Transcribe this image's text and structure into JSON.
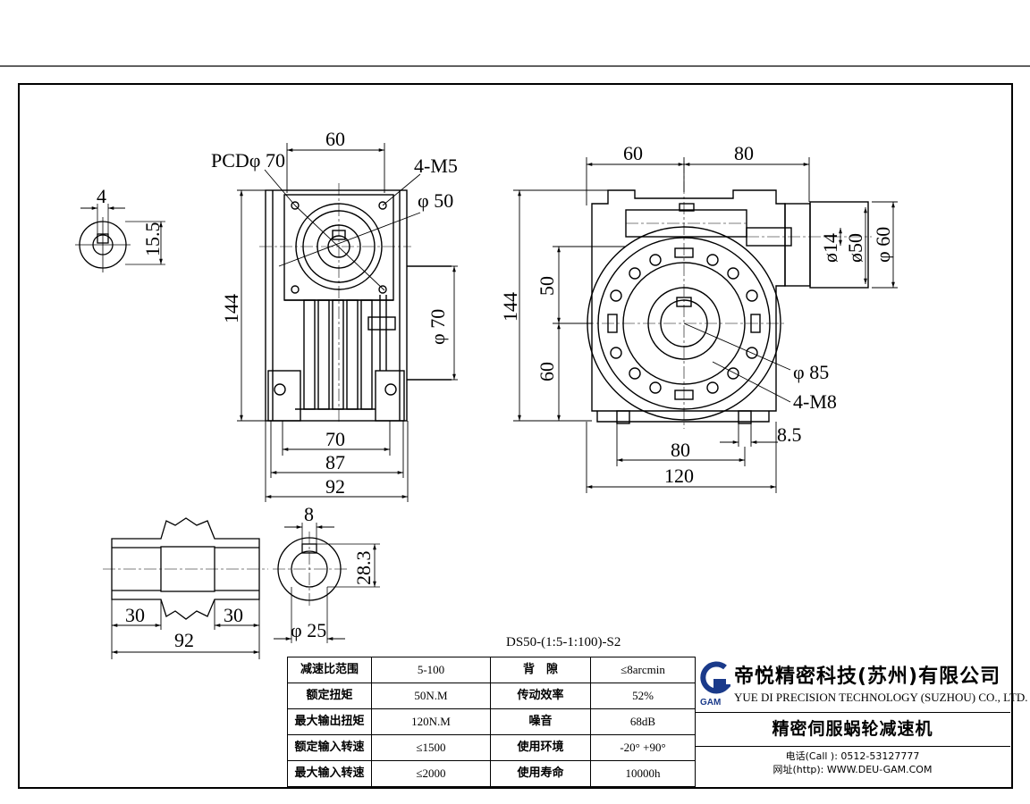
{
  "model_code": "DS50-(1:5-1:100)-S2",
  "dims": {
    "key_w_small": "4",
    "key_h_small": "15.5",
    "pcd": "PCDφ 70",
    "w60_left": "60",
    "m5": "4-M5",
    "d50_left": "φ 50",
    "h144_left": "144",
    "d70": "φ 70",
    "w70": "70",
    "w87": "87",
    "w92_left": "92",
    "w60_right": "60",
    "w80_right": "80",
    "h144_right": "144",
    "h50": "50",
    "h60": "60",
    "d14": "ø14",
    "d50_right": "ø50",
    "d60": "φ 60",
    "d85": "φ 85",
    "m8": "4-M8",
    "d8_5": "8.5",
    "w80_bottom": "80",
    "w120": "120",
    "key8": "8",
    "h28_3": "28.3",
    "d25": "φ 25",
    "w30_a": "30",
    "w30_b": "30",
    "w92_bottom": "92"
  },
  "specs": [
    [
      "减速比范围",
      "5-100",
      "背　隙",
      "≤8arcmin"
    ],
    [
      "额定扭矩",
      "50N.M",
      "传动效率",
      "52%"
    ],
    [
      "最大输出扭矩",
      "120N.M",
      "噪音",
      "68dB"
    ],
    [
      "额定输入转速",
      "≤1500",
      "使用环境",
      "-20° +90°"
    ],
    [
      "最大输入转速",
      "≤2000",
      "使用寿命",
      "10000h"
    ]
  ],
  "company": {
    "name_cn": "帝悦精密科技(苏州)有限公司",
    "name_en": "YUE DI PRECISION TECHNOLOGY (SUZHOU) CO., LTD.",
    "logo_text": "GAM",
    "product": "精密伺服蜗轮减速机",
    "phone": "电话(Call ): 0512-53127777",
    "website": "网址(http): WWW.DEU-GAM.COM"
  }
}
